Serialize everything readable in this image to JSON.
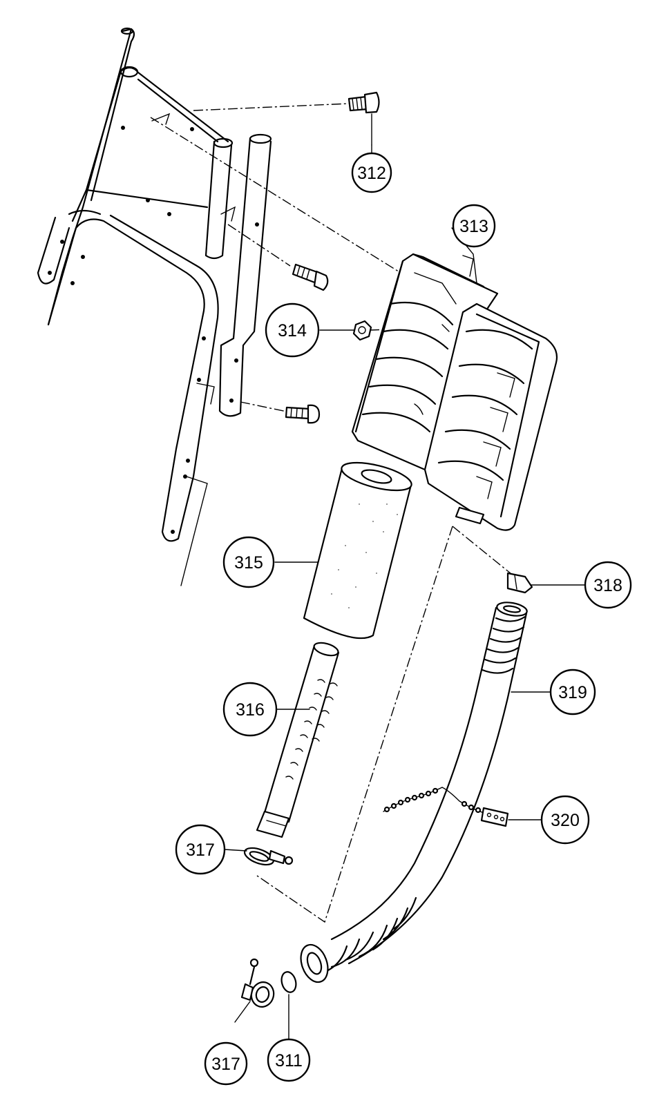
{
  "callouts": {
    "c311": "311",
    "c312": "312",
    "c313": "313",
    "c314": "314",
    "c315": "315",
    "c316": "316",
    "c317a": "317",
    "c317b": "317",
    "c318": "318",
    "c319": "319",
    "c320": "320"
  }
}
